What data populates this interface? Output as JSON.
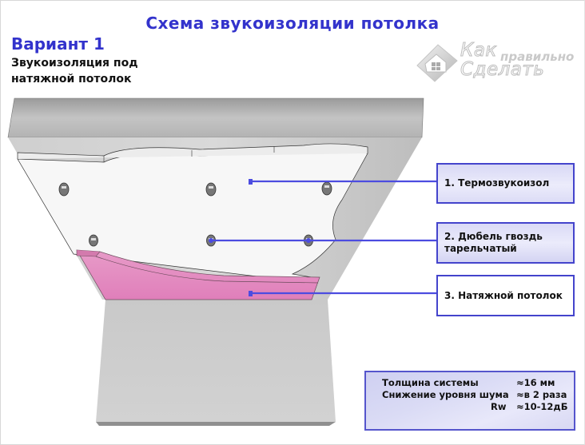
{
  "header": {
    "title": "Схема звукоизоляции потолка",
    "variant": "Вариант 1",
    "subtitle_line1": "Звукоизоляция под",
    "subtitle_line2": "натяжной потолок"
  },
  "logo": {
    "word1": "Как",
    "word2": "правильно",
    "word3": "Сделать",
    "icon": "house-icon"
  },
  "labels": [
    {
      "number": "1",
      "text": "1. Термозвукоизол"
    },
    {
      "number": "2",
      "line1": "2. Дюбель гвоздь",
      "line2": "тарельчатый"
    },
    {
      "number": "3",
      "text": "3. Натяжной потолок"
    }
  ],
  "specs": {
    "rows": [
      {
        "key": "Толщина системы",
        "value": "≈16 мм"
      },
      {
        "key": "Снижение уровня шума",
        "value": "≈в 2 раза"
      },
      {
        "key": "Rw",
        "value": "≈10-12дБ"
      }
    ]
  },
  "colors": {
    "accent": "#3333cc",
    "leader_line": "#4c4ce0",
    "membrane": "#e58fc3",
    "slab": "#c8c8c8",
    "insulation": "#f7f7f7"
  }
}
